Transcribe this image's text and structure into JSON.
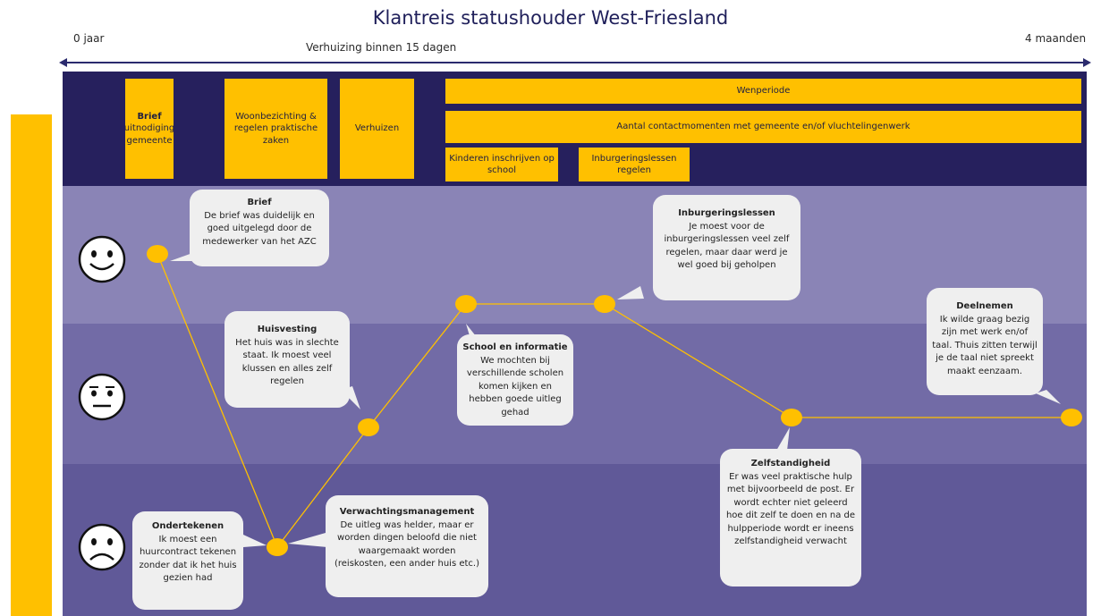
{
  "title": "Klantreis statushouder West-Friesland",
  "timeline": {
    "start_label": "0 jaar",
    "end_label": "4 maanden",
    "move_label": "Verhuizing binnen 15 dagen"
  },
  "steps": {
    "brief_title": "Brief",
    "brief_text": "uitnodiging gemeente",
    "woon": "Woonbezichting & regelen praktische zaken",
    "verhuizen": "Verhuizen",
    "wenperiode": "Wenperiode",
    "contact": "Aantal contactmomenten met gemeente en/of vluchtelingenwerk",
    "kinderen": "Kinderen inschrijven op school",
    "inburgering": "Inburgeringslessen regelen"
  },
  "moods": [
    "happy-face",
    "neutral-face",
    "sad-face"
  ],
  "bubbles": {
    "brief": {
      "title": "Brief",
      "text": "De brief was duidelijk en goed uitgelegd door de medewerker van het AZC"
    },
    "huisvesting": {
      "title": "Huisvesting",
      "text": "Het huis was in slechte staat. Ik moest veel klussen en alles zelf regelen"
    },
    "school": {
      "title": "School en informatie",
      "text": "We mochten bij verschillende scholen komen kijken en hebben goede uitleg gehad"
    },
    "inburgeringslessen": {
      "title": "Inburgeringslessen",
      "text": "Je moest voor de inburgeringslessen veel zelf regelen, maar daar werd je wel goed bij geholpen"
    },
    "deelnemen": {
      "title": "Deelnemen",
      "text": "Ik wilde graag bezig zijn met werk en/of taal. Thuis zitten terwijl je de taal niet spreekt maakt eenzaam."
    },
    "zelfstandigheid": {
      "title": "Zelfstandigheid",
      "text": "Er was veel praktische hulp met bijvoorbeeld de post. Er wordt echter niet geleerd hoe dit zelf te doen en na de hulpperiode wordt er ineens zelfstandigheid verwacht"
    },
    "verwachting": {
      "title": "Verwachtingsmanagement",
      "text": "De uitleg was helder, maar er worden dingen beloofd die niet waargemaakt worden (reiskosten, een ander huis etc.)"
    },
    "ondertekenen": {
      "title": "Ondertekenen",
      "text": "Ik moest een huurcontract tekenen zonder dat ik het huis gezien had"
    }
  },
  "colors": {
    "accent": "#ffc000",
    "navy": "#26205d",
    "band_high": "#8a84b6",
    "band_mid": "#726ba6",
    "band_low": "#605998",
    "bubble": "#efefef"
  }
}
